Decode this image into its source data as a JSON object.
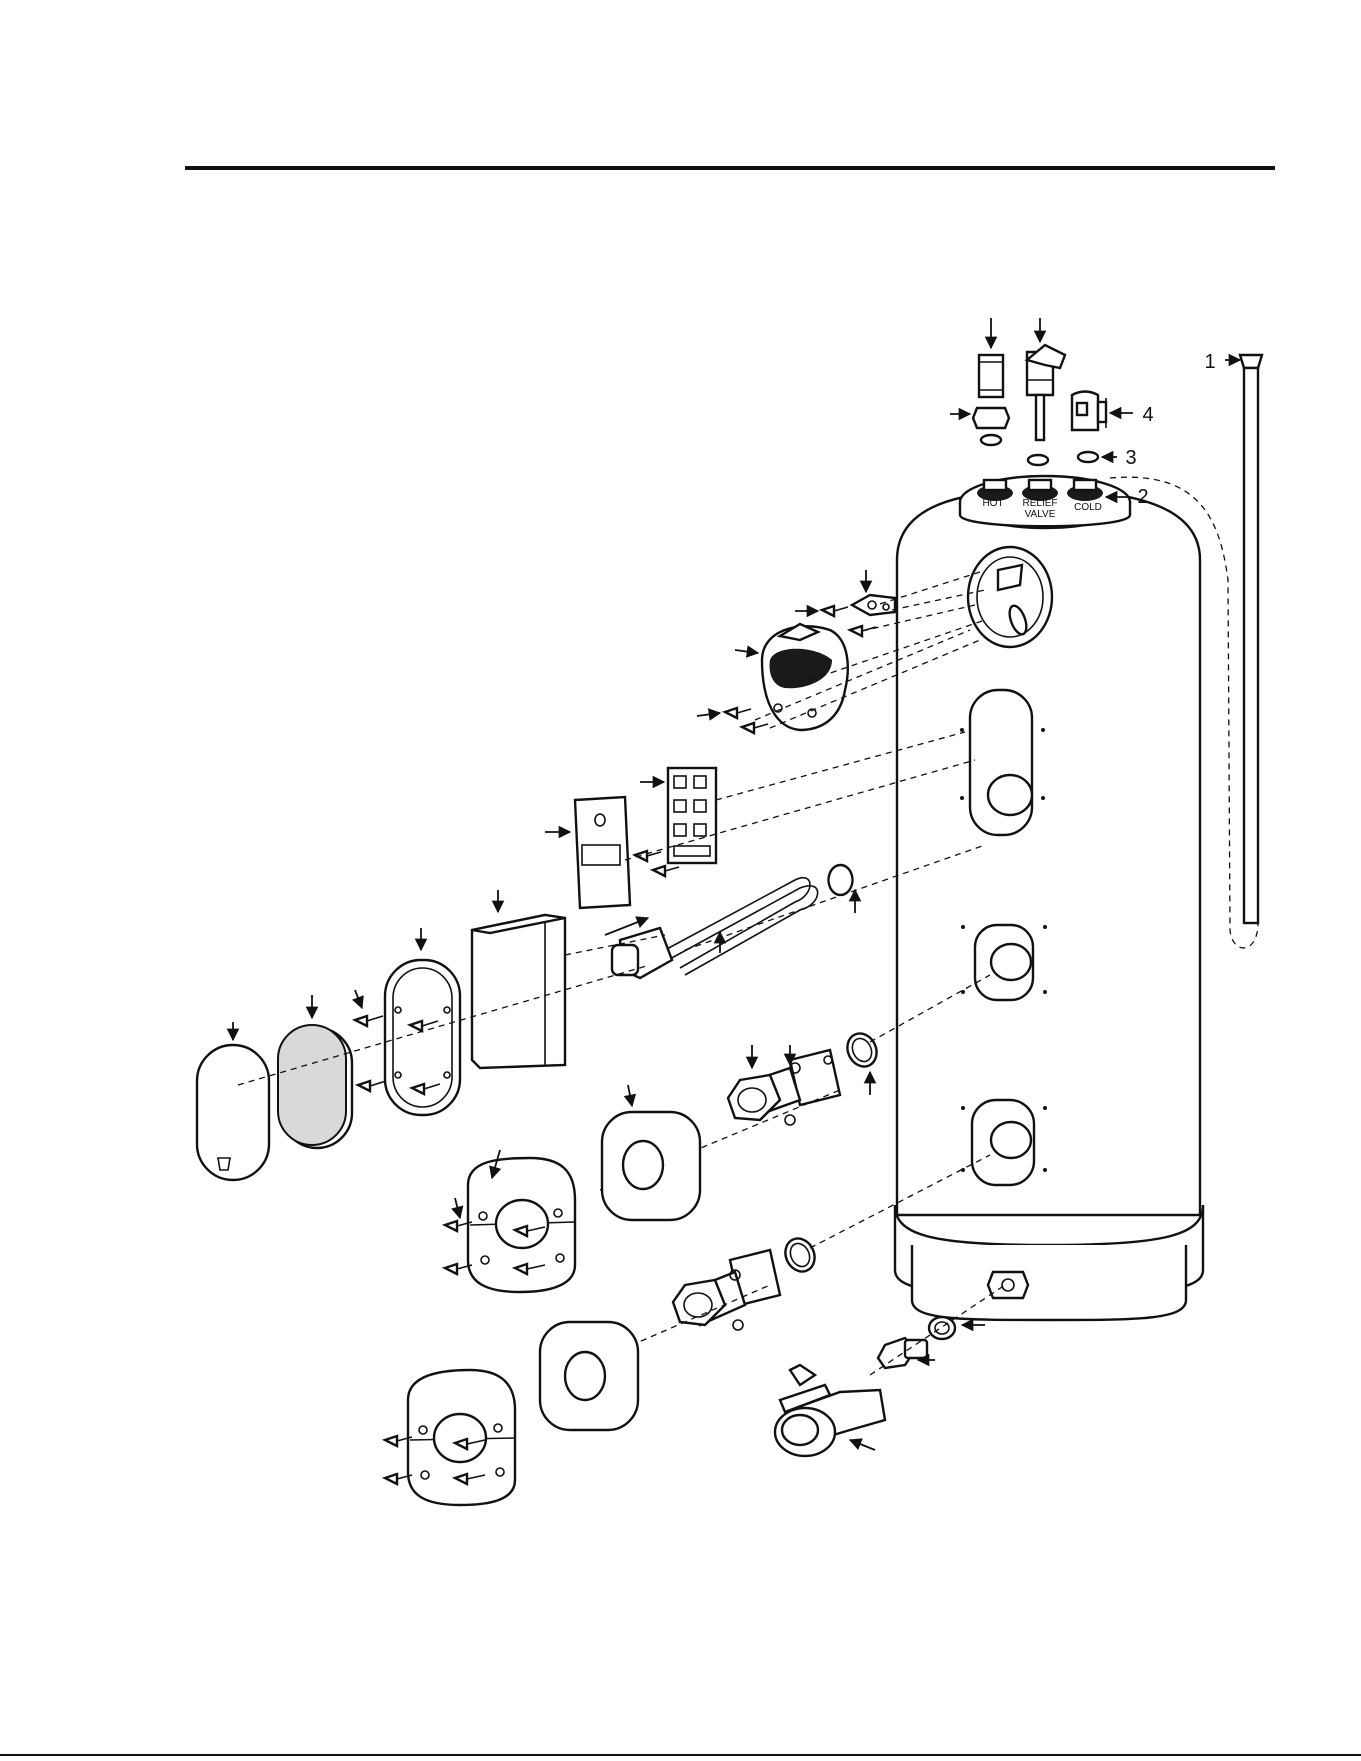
{
  "fitting_labels": {
    "hot": "HOT",
    "relief_line1": "RELIEF",
    "relief_line2": "VALVE",
    "cold": "COLD"
  },
  "callouts": [
    {
      "id": "anode",
      "number": "1"
    },
    {
      "id": "dip-tube-port",
      "number": "2"
    },
    {
      "id": "washer",
      "number": "3"
    },
    {
      "id": "cold-inlet-fitting",
      "number": "4"
    }
  ],
  "colors": {
    "line": "#111111",
    "background": "#ffffff",
    "gasket_fill": "#d9d9d9",
    "port_fill": "#1a1a1a"
  }
}
